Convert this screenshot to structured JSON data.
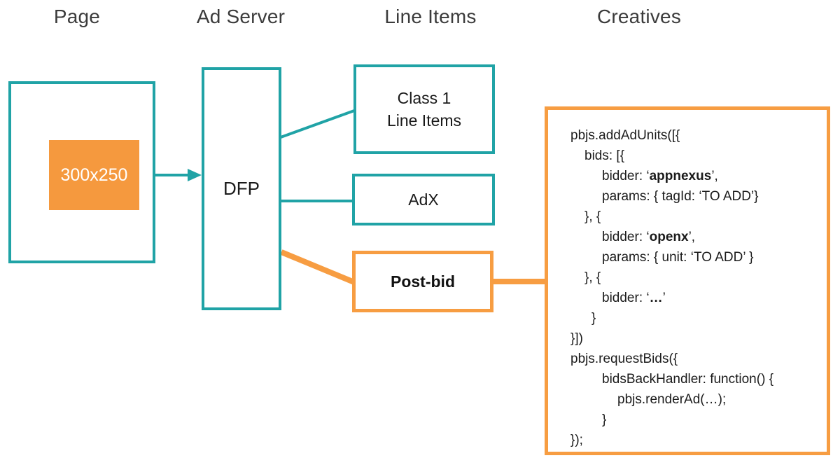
{
  "colors": {
    "teal": "#20A3A6",
    "orange_fill": "#F5993E",
    "orange_line": "#F79D42",
    "heading": "#3B3B3B",
    "code_text": "#1B1B1B"
  },
  "headers": [
    {
      "id": "page",
      "label": "Page"
    },
    {
      "id": "ad-server",
      "label": "Ad Server"
    },
    {
      "id": "line-items",
      "label": "Line Items"
    },
    {
      "id": "creatives",
      "label": "Creatives"
    }
  ],
  "page": {
    "ad_slot_label": "300x250"
  },
  "ad_server": {
    "label": "DFP"
  },
  "line_items": {
    "class1_line1": "Class 1",
    "class1_line2": "Line Items",
    "adx_label": "AdX",
    "postbid_label": "Post-bid"
  },
  "creatives": {
    "code_lines": [
      {
        "indent": 0,
        "segments": [
          {
            "t": "pbjs.addAdUnits([{"
          }
        ]
      },
      {
        "indent": 20,
        "segments": [
          {
            "t": "bids: [{"
          }
        ]
      },
      {
        "indent": 45,
        "segments": [
          {
            "t": "bidder: ‘"
          },
          {
            "t": "appnexus",
            "b": true
          },
          {
            "t": "’,"
          }
        ]
      },
      {
        "indent": 45,
        "segments": [
          {
            "t": "params: { tagId: ‘TO ADD’}"
          }
        ]
      },
      {
        "indent": 20,
        "segments": [
          {
            "t": "}, {"
          }
        ]
      },
      {
        "indent": 45,
        "segments": [
          {
            "t": "bidder: ‘"
          },
          {
            "t": "openx",
            "b": true
          },
          {
            "t": "’,"
          }
        ]
      },
      {
        "indent": 45,
        "segments": [
          {
            "t": "params: { unit: ‘TO ADD’ }"
          }
        ]
      },
      {
        "indent": 20,
        "segments": [
          {
            "t": "}, {"
          }
        ]
      },
      {
        "indent": 45,
        "segments": [
          {
            "t": "bidder: ‘"
          },
          {
            "t": "…",
            "b": true
          },
          {
            "t": "’"
          }
        ]
      },
      {
        "indent": 30,
        "segments": [
          {
            "t": "}"
          }
        ]
      },
      {
        "indent": 0,
        "segments": [
          {
            "t": "}])"
          }
        ]
      },
      {
        "indent": 0,
        "segments": [
          {
            "t": "pbjs.requestBids({"
          }
        ]
      },
      {
        "indent": 45,
        "segments": [
          {
            "t": "bidsBackHandler: function() {"
          }
        ]
      },
      {
        "indent": 67,
        "segments": [
          {
            "t": "pbjs.renderAd(…);"
          }
        ]
      },
      {
        "indent": 45,
        "segments": [
          {
            "t": "}"
          }
        ]
      },
      {
        "indent": 0,
        "segments": [
          {
            "t": "});"
          }
        ]
      }
    ]
  }
}
